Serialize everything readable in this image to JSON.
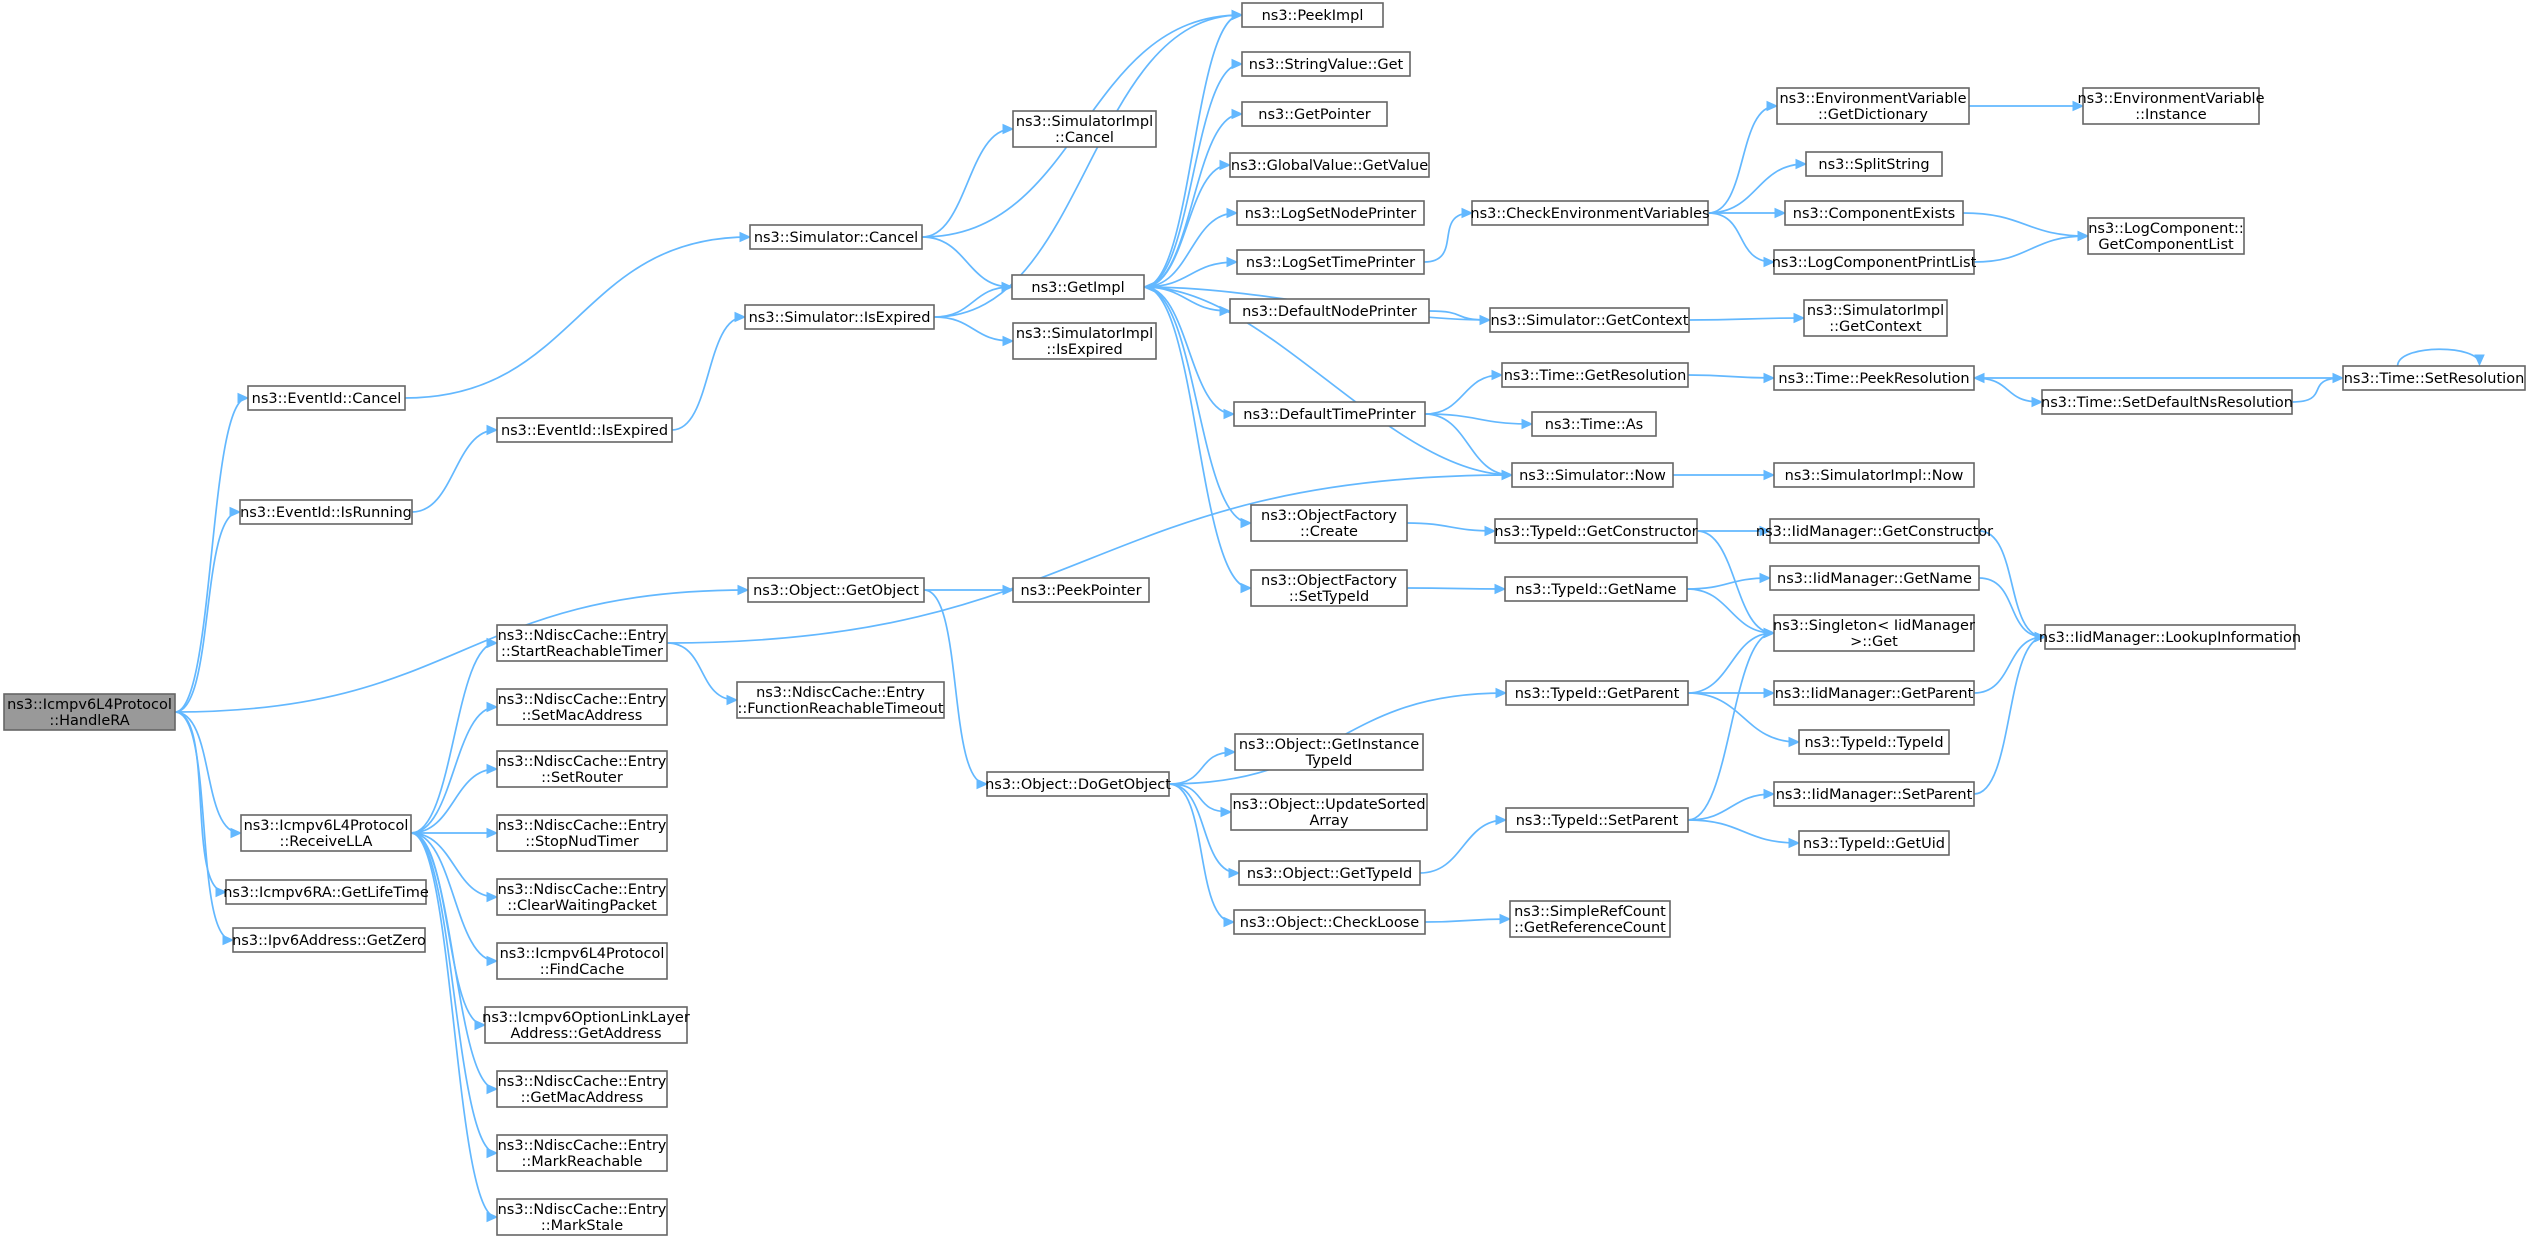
{
  "graph": {
    "nodes": [
      {
        "id": "handlera",
        "lines": [
          "ns3::Icmpv6L4Protocol",
          "::HandleRA"
        ],
        "root": true
      },
      {
        "id": "ev_cancel",
        "lines": [
          "ns3::EventId::Cancel"
        ]
      },
      {
        "id": "ev_isrunning",
        "lines": [
          "ns3::EventId::IsRunning"
        ]
      },
      {
        "id": "ev_isexpired",
        "lines": [
          "ns3::EventId::IsExpired"
        ]
      },
      {
        "id": "sim_cancel",
        "lines": [
          "ns3::Simulator::Cancel"
        ]
      },
      {
        "id": "sim_isexpired",
        "lines": [
          "ns3::Simulator::IsExpired"
        ]
      },
      {
        "id": "simimpl_cancel",
        "lines": [
          "ns3::SimulatorImpl",
          "::Cancel"
        ]
      },
      {
        "id": "simimpl_isexpired",
        "lines": [
          "ns3::SimulatorImpl",
          "::IsExpired"
        ]
      },
      {
        "id": "getimpl",
        "lines": [
          "ns3::GetImpl"
        ]
      },
      {
        "id": "peekimpl",
        "lines": [
          "ns3::PeekImpl"
        ]
      },
      {
        "id": "stringvalue",
        "lines": [
          "ns3::StringValue::Get"
        ]
      },
      {
        "id": "getpointer",
        "lines": [
          "ns3::GetPointer"
        ]
      },
      {
        "id": "globalvalue",
        "lines": [
          "ns3::GlobalValue::GetValue"
        ]
      },
      {
        "id": "lognode",
        "lines": [
          "ns3::LogSetNodePrinter"
        ]
      },
      {
        "id": "logtime",
        "lines": [
          "ns3::LogSetTimePrinter"
        ]
      },
      {
        "id": "defnode",
        "lines": [
          "ns3::DefaultNodePrinter"
        ]
      },
      {
        "id": "deftime",
        "lines": [
          "ns3::DefaultTimePrinter"
        ]
      },
      {
        "id": "objf_create",
        "lines": [
          "ns3::ObjectFactory",
          "::Create"
        ]
      },
      {
        "id": "objf_settype",
        "lines": [
          "ns3::ObjectFactory",
          "::SetTypeId"
        ]
      },
      {
        "id": "checkenv",
        "lines": [
          "ns3::CheckEnvironmentVariables"
        ]
      },
      {
        "id": "envdict",
        "lines": [
          "ns3::EnvironmentVariable",
          "::GetDictionary"
        ]
      },
      {
        "id": "envinst",
        "lines": [
          "ns3::EnvironmentVariable",
          "::Instance"
        ]
      },
      {
        "id": "splitstring",
        "lines": [
          "ns3::SplitString"
        ]
      },
      {
        "id": "compexists",
        "lines": [
          "ns3::ComponentExists"
        ]
      },
      {
        "id": "logcompprint",
        "lines": [
          "ns3::LogComponentPrintList"
        ]
      },
      {
        "id": "logcomplist",
        "lines": [
          "ns3::LogComponent::",
          "GetComponentList"
        ]
      },
      {
        "id": "sim_getcontext",
        "lines": [
          "ns3::Simulator::GetContext"
        ]
      },
      {
        "id": "simimpl_getcontext",
        "lines": [
          "ns3::SimulatorImpl",
          "::GetContext"
        ]
      },
      {
        "id": "time_getres",
        "lines": [
          "ns3::Time::GetResolution"
        ]
      },
      {
        "id": "time_as",
        "lines": [
          "ns3::Time::As"
        ]
      },
      {
        "id": "time_peekres",
        "lines": [
          "ns3::Time::PeekResolution"
        ]
      },
      {
        "id": "time_setdefns",
        "lines": [
          "ns3::Time::SetDefaultNsResolution"
        ]
      },
      {
        "id": "time_setres",
        "lines": [
          "ns3::Time::SetResolution"
        ]
      },
      {
        "id": "sim_now",
        "lines": [
          "ns3::Simulator::Now"
        ]
      },
      {
        "id": "simimpl_now",
        "lines": [
          "ns3::SimulatorImpl::Now"
        ]
      },
      {
        "id": "typeid_getctor",
        "lines": [
          "ns3::TypeId::GetConstructor"
        ]
      },
      {
        "id": "iid_getctor",
        "lines": [
          "ns3::IidManager::GetConstructor"
        ]
      },
      {
        "id": "typeid_getname",
        "lines": [
          "ns3::TypeId::GetName"
        ]
      },
      {
        "id": "iid_getname",
        "lines": [
          "ns3::IidManager::GetName"
        ]
      },
      {
        "id": "singleton",
        "lines": [
          "ns3::Singleton< IidManager",
          ">::Get"
        ]
      },
      {
        "id": "iid_lookup",
        "lines": [
          "ns3::IidManager::LookupInformation"
        ]
      },
      {
        "id": "obj_getobject",
        "lines": [
          "ns3::Object::GetObject"
        ]
      },
      {
        "id": "peekpointer",
        "lines": [
          "ns3::PeekPointer"
        ]
      },
      {
        "id": "nd_startreach",
        "lines": [
          "ns3::NdiscCache::Entry",
          "::StartReachableTimer"
        ]
      },
      {
        "id": "nd_funcreach",
        "lines": [
          "ns3::NdiscCache::Entry",
          "::FunctionReachableTimeout"
        ]
      },
      {
        "id": "nd_setmac",
        "lines": [
          "ns3::NdiscCache::Entry",
          "::SetMacAddress"
        ]
      },
      {
        "id": "nd_setrouter",
        "lines": [
          "ns3::NdiscCache::Entry",
          "::SetRouter"
        ]
      },
      {
        "id": "nd_stopnud",
        "lines": [
          "ns3::NdiscCache::Entry",
          "::StopNudTimer"
        ]
      },
      {
        "id": "nd_clearwait",
        "lines": [
          "ns3::NdiscCache::Entry",
          "::ClearWaitingPacket"
        ]
      },
      {
        "id": "icmp_findcache",
        "lines": [
          "ns3::Icmpv6L4Protocol",
          "::FindCache"
        ]
      },
      {
        "id": "icmp_optlink",
        "lines": [
          "ns3::Icmpv6OptionLinkLayer",
          "Address::GetAddress"
        ]
      },
      {
        "id": "nd_getmac",
        "lines": [
          "ns3::NdiscCache::Entry",
          "::GetMacAddress"
        ]
      },
      {
        "id": "nd_markreach",
        "lines": [
          "ns3::NdiscCache::Entry",
          "::MarkReachable"
        ]
      },
      {
        "id": "nd_markstale",
        "lines": [
          "ns3::NdiscCache::Entry",
          "::MarkStale"
        ]
      },
      {
        "id": "icmp_receivella",
        "lines": [
          "ns3::Icmpv6L4Protocol",
          "::ReceiveLLA"
        ]
      },
      {
        "id": "ra_getlifetime",
        "lines": [
          "ns3::Icmpv6RA::GetLifeTime"
        ]
      },
      {
        "id": "ipv6_getzero",
        "lines": [
          "ns3::Ipv6Address::GetZero"
        ]
      },
      {
        "id": "obj_dogetobject",
        "lines": [
          "ns3::Object::DoGetObject"
        ]
      },
      {
        "id": "obj_getinstance",
        "lines": [
          "ns3::Object::GetInstance",
          "TypeId"
        ]
      },
      {
        "id": "obj_updatesorted",
        "lines": [
          "ns3::Object::UpdateSorted",
          "Array"
        ]
      },
      {
        "id": "obj_gettypeid",
        "lines": [
          "ns3::Object::GetTypeId"
        ]
      },
      {
        "id": "obj_checkloose",
        "lines": [
          "ns3::Object::CheckLoose"
        ]
      },
      {
        "id": "typeid_getparent",
        "lines": [
          "ns3::TypeId::GetParent"
        ]
      },
      {
        "id": "iid_getparent",
        "lines": [
          "ns3::IidManager::GetParent"
        ]
      },
      {
        "id": "typeid_typeid",
        "lines": [
          "ns3::TypeId::TypeId"
        ]
      },
      {
        "id": "typeid_setparent",
        "lines": [
          "ns3::TypeId::SetParent"
        ]
      },
      {
        "id": "iid_setparent",
        "lines": [
          "ns3::IidManager::SetParent"
        ]
      },
      {
        "id": "typeid_getuid",
        "lines": [
          "ns3::TypeId::GetUid"
        ]
      },
      {
        "id": "refcount",
        "lines": [
          "ns3::SimpleRefCount",
          "::GetReferenceCount"
        ]
      }
    ],
    "edges": [
      [
        "handlera",
        "ev_cancel"
      ],
      [
        "handlera",
        "ev_isrunning"
      ],
      [
        "handlera",
        "obj_getobject"
      ],
      [
        "handlera",
        "icmp_receivella"
      ],
      [
        "handlera",
        "ra_getlifetime"
      ],
      [
        "handlera",
        "ipv6_getzero"
      ],
      [
        "ev_cancel",
        "sim_cancel"
      ],
      [
        "ev_isrunning",
        "ev_isexpired"
      ],
      [
        "ev_isexpired",
        "sim_isexpired"
      ],
      [
        "sim_cancel",
        "simimpl_cancel"
      ],
      [
        "sim_cancel",
        "getimpl"
      ],
      [
        "sim_cancel",
        "peekimpl"
      ],
      [
        "sim_isexpired",
        "getimpl"
      ],
      [
        "sim_isexpired",
        "simimpl_isexpired"
      ],
      [
        "sim_isexpired",
        "peekimpl"
      ],
      [
        "getimpl",
        "peekimpl"
      ],
      [
        "getimpl",
        "stringvalue"
      ],
      [
        "getimpl",
        "getpointer"
      ],
      [
        "getimpl",
        "globalvalue"
      ],
      [
        "getimpl",
        "lognode"
      ],
      [
        "getimpl",
        "logtime"
      ],
      [
        "getimpl",
        "defnode"
      ],
      [
        "getimpl",
        "deftime"
      ],
      [
        "getimpl",
        "objf_create"
      ],
      [
        "getimpl",
        "objf_settype"
      ],
      [
        "logtime",
        "checkenv"
      ],
      [
        "checkenv",
        "envdict"
      ],
      [
        "checkenv",
        "splitstring"
      ],
      [
        "checkenv",
        "compexists"
      ],
      [
        "checkenv",
        "logcompprint"
      ],
      [
        "envdict",
        "envinst"
      ],
      [
        "compexists",
        "logcomplist"
      ],
      [
        "logcompprint",
        "logcomplist"
      ],
      [
        "defnode",
        "sim_getcontext"
      ],
      [
        "sim_getcontext",
        "simimpl_getcontext"
      ],
      [
        "sim_getcontext",
        "getimpl"
      ],
      [
        "deftime",
        "time_getres"
      ],
      [
        "deftime",
        "time_as"
      ],
      [
        "deftime",
        "sim_now"
      ],
      [
        "time_getres",
        "time_peekres"
      ],
      [
        "time_peekres",
        "time_setdefns"
      ],
      [
        "time_setdefns",
        "time_setres"
      ],
      [
        "time_setres",
        "time_peekres"
      ],
      [
        "time_setres",
        "time_setres"
      ],
      [
        "sim_now",
        "simimpl_now"
      ],
      [
        "sim_now",
        "getimpl"
      ],
      [
        "objf_create",
        "typeid_getctor"
      ],
      [
        "objf_settype",
        "typeid_getname"
      ],
      [
        "typeid_getctor",
        "iid_getctor"
      ],
      [
        "typeid_getctor",
        "singleton"
      ],
      [
        "typeid_getname",
        "iid_getname"
      ],
      [
        "typeid_getname",
        "singleton"
      ],
      [
        "iid_getctor",
        "iid_lookup"
      ],
      [
        "iid_getname",
        "iid_lookup"
      ],
      [
        "obj_getobject",
        "peekpointer"
      ],
      [
        "obj_getobject",
        "obj_dogetobject"
      ],
      [
        "icmp_receivella",
        "nd_startreach"
      ],
      [
        "icmp_receivella",
        "nd_setmac"
      ],
      [
        "icmp_receivella",
        "nd_setrouter"
      ],
      [
        "icmp_receivella",
        "nd_stopnud"
      ],
      [
        "icmp_receivella",
        "nd_clearwait"
      ],
      [
        "icmp_receivella",
        "icmp_findcache"
      ],
      [
        "icmp_receivella",
        "icmp_optlink"
      ],
      [
        "icmp_receivella",
        "nd_getmac"
      ],
      [
        "icmp_receivella",
        "nd_markreach"
      ],
      [
        "icmp_receivella",
        "nd_markstale"
      ],
      [
        "nd_startreach",
        "nd_funcreach"
      ],
      [
        "nd_startreach",
        "sim_now"
      ],
      [
        "obj_dogetobject",
        "typeid_getparent"
      ],
      [
        "obj_dogetobject",
        "obj_getinstance"
      ],
      [
        "obj_dogetobject",
        "obj_updatesorted"
      ],
      [
        "obj_dogetobject",
        "obj_gettypeid"
      ],
      [
        "obj_dogetobject",
        "obj_checkloose"
      ],
      [
        "typeid_getparent",
        "singleton"
      ],
      [
        "typeid_getparent",
        "iid_getparent"
      ],
      [
        "typeid_getparent",
        "typeid_typeid"
      ],
      [
        "iid_getparent",
        "iid_lookup"
      ],
      [
        "obj_gettypeid",
        "typeid_setparent"
      ],
      [
        "typeid_setparent",
        "singleton"
      ],
      [
        "typeid_setparent",
        "iid_setparent"
      ],
      [
        "typeid_setparent",
        "typeid_getuid"
      ],
      [
        "iid_setparent",
        "iid_lookup"
      ],
      [
        "obj_checkloose",
        "refcount"
      ]
    ]
  }
}
